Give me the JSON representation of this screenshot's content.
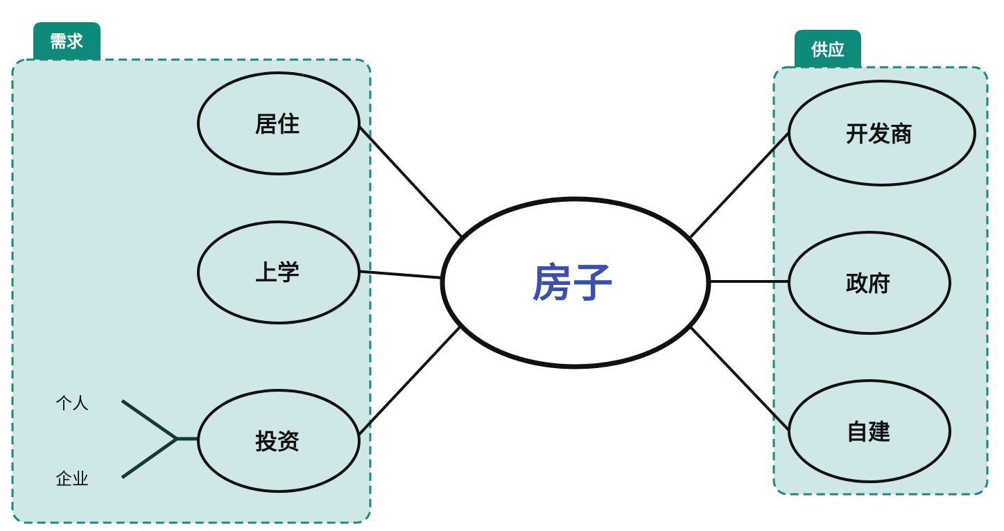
{
  "colors": {
    "group_fill": "#cfe7e6",
    "group_border": "#1b8a7a",
    "tab": "#0e8a7b",
    "tab_text": "#ffffff",
    "center_text": "#3b4fb0",
    "line": "#111111",
    "branch_line": "#123a38"
  },
  "center": {
    "label": "房子"
  },
  "demand": {
    "tab_label": "需求",
    "nodes": [
      {
        "label": "居住"
      },
      {
        "label": "上学"
      },
      {
        "label": "投资"
      }
    ],
    "investment_branches": [
      {
        "label": "个人"
      },
      {
        "label": "企业"
      }
    ]
  },
  "supply": {
    "tab_label": "供应",
    "nodes": [
      {
        "label": "开发商"
      },
      {
        "label": "政府"
      },
      {
        "label": "自建"
      }
    ]
  }
}
